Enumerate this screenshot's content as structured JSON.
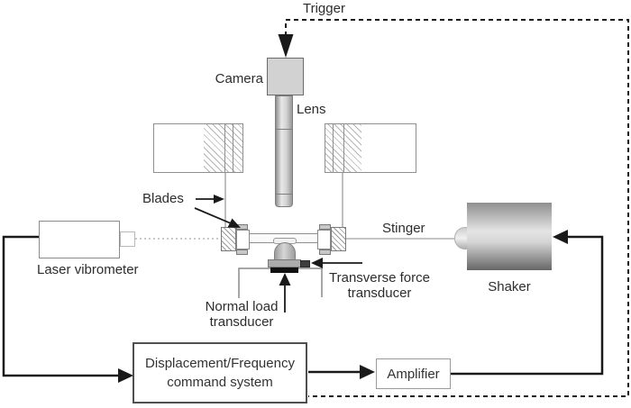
{
  "figure": {
    "type": "experimental-setup-schematic",
    "labels": {
      "trigger": "Trigger",
      "camera": "Camera",
      "lens": "Lens",
      "blades": "Blades",
      "stinger": "Stinger",
      "laser_vibrometer": "Laser vibrometer",
      "shaker": "Shaker",
      "transverse_force": {
        "line1": "Transverse force",
        "line2": "transducer"
      },
      "normal_load": {
        "line1": "Normal load",
        "line2": "transducer"
      },
      "command_system": {
        "line1": "Displacement/Frequency",
        "line2": "command system"
      },
      "amplifier": "Amplifier"
    },
    "colors": {
      "signal_line": "#1a1a1a",
      "structure_line": "#8a8a8a",
      "camera_fill": "#d2d2d2",
      "hatch_line": "#b4b4b4",
      "laser_beam": "#c9c9c9",
      "stinger_line": "#b0b0b0",
      "shaker_dark": "#6b6b6b",
      "shaker_light": "#e4e4e4",
      "transducer_black": "#111111"
    }
  }
}
